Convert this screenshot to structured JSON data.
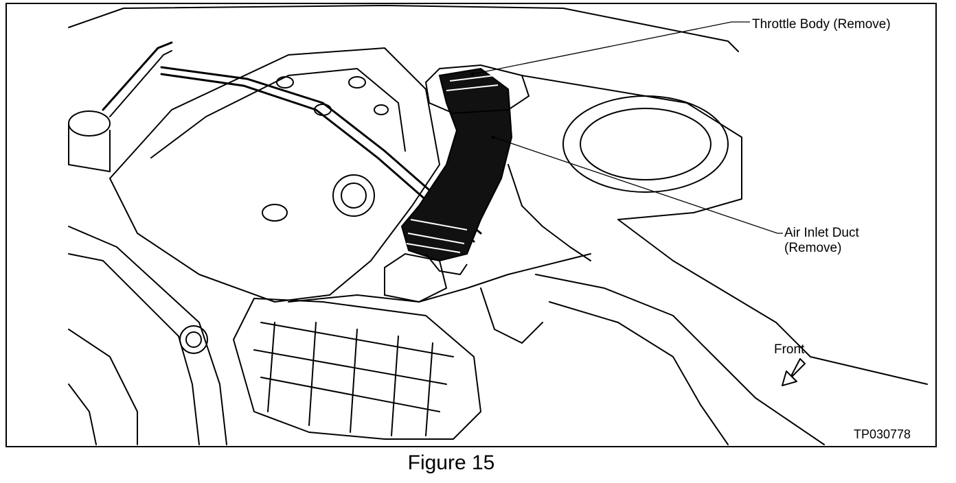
{
  "labels": {
    "throttle_body": "Throttle Body (Remove)",
    "air_inlet_duct_line1": "Air Inlet Duct",
    "air_inlet_duct_line2": "(Remove)",
    "front": "Front",
    "figure_id": "TP030778"
  },
  "caption": "Figure 15",
  "colors": {
    "ink": "#000000",
    "paper": "#ffffff",
    "duct_fill": "#111111"
  },
  "icons": {
    "front_direction": "arrow-down-left-icon"
  }
}
